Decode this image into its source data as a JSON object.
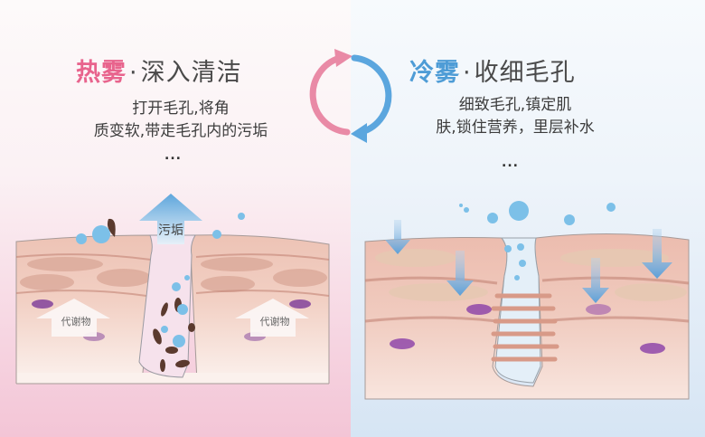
{
  "left_panel": {
    "title_accent": "热雾",
    "title_separator": "·",
    "title_rest": "深入清洁",
    "description_lines": [
      "打开毛孔,将角",
      "质变软,带走毛孔内的污垢"
    ],
    "ellipsis": "...",
    "illustration": {
      "up_arrow_label": "污垢",
      "metabolite_labels": [
        "代谢物",
        "代谢物"
      ]
    },
    "accent_color": "#e8648d",
    "background_color": "#f4c8d8"
  },
  "right_panel": {
    "title_accent": "冷雾",
    "title_separator": "·",
    "title_rest": "收细毛孔",
    "description_lines": [
      "细致毛孔,镇定肌",
      "肤,锁住营养，里层补水"
    ],
    "ellipsis": "...",
    "accent_color": "#4e9cd6",
    "background_color": "#d8e7f5"
  },
  "cycle_icon": {
    "name": "cycle-arrows-icon",
    "left_arrow_color": "#e98aa6",
    "right_arrow_color": "#5ba6de"
  }
}
